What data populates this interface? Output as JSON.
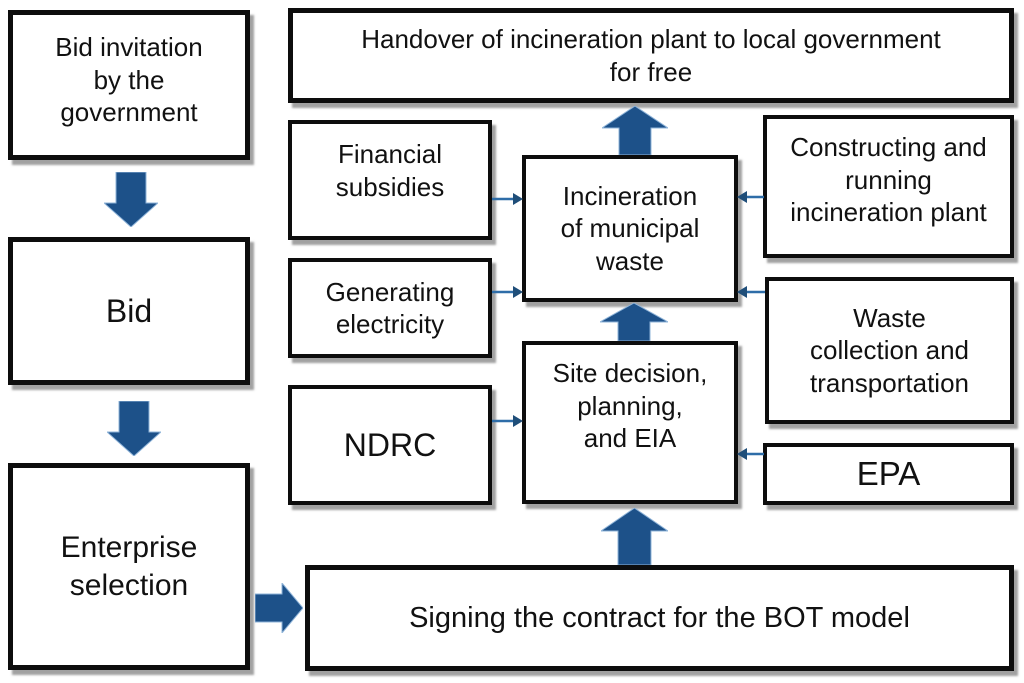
{
  "diagram": {
    "description": "Flowchart of BOT model process for municipal waste incineration plant",
    "background_color": "#ffffff",
    "box_border_color": "#0d0d0d",
    "block_arrow_color": "#1d5189",
    "thin_arrow_color": "#2e6da8",
    "thin_arrow_head_color": "#1f4e79"
  },
  "boxes": {
    "bid_invitation": {
      "label": "Bid invitation\nby the\ngovernment"
    },
    "bid": {
      "label": "Bid"
    },
    "enterprise_selection": {
      "label": "Enterprise\nselection"
    },
    "handover": {
      "label": "Handover of incineration plant to local government\nfor free"
    },
    "financial_subsidies": {
      "label": "Financial\nsubsidies"
    },
    "generating_electricity": {
      "label": "Generating\nelectricity"
    },
    "ndrc": {
      "label": "NDRC"
    },
    "incineration": {
      "label": "Incineration\nof municipal\nwaste"
    },
    "site_decision": {
      "label": "Site decision,\nplanning,\nand EIA"
    },
    "constructing": {
      "label": "Constructing and\nrunning\nincineration plant"
    },
    "waste_collection": {
      "label": "Waste\ncollection and\ntransportation"
    },
    "epa": {
      "label": "EPA"
    },
    "signing": {
      "label": "Signing the contract for the BOT model"
    }
  },
  "arrows": [
    {
      "name": "arrow-bid-invitation-to-bid",
      "from": "bid_invitation",
      "to": "bid",
      "style": "block-down"
    },
    {
      "name": "arrow-bid-to-enterprise-selection",
      "from": "bid",
      "to": "enterprise_selection",
      "style": "block-down"
    },
    {
      "name": "arrow-enterprise-selection-to-signing",
      "from": "enterprise_selection",
      "to": "signing",
      "style": "block-right"
    },
    {
      "name": "arrow-signing-to-site-decision",
      "from": "signing",
      "to": "site_decision",
      "style": "block-up"
    },
    {
      "name": "arrow-site-decision-to-incineration",
      "from": "site_decision",
      "to": "incineration",
      "style": "block-up"
    },
    {
      "name": "arrow-incineration-to-handover",
      "from": "incineration",
      "to": "handover",
      "style": "block-up"
    },
    {
      "name": "arrow-financial-subsidies-to-incineration",
      "from": "financial_subsidies",
      "to": "incineration",
      "style": "thin-right"
    },
    {
      "name": "arrow-generating-electricity-to-incineration",
      "from": "generating_electricity",
      "to": "incineration",
      "style": "thin-right"
    },
    {
      "name": "arrow-ndrc-to-site-decision",
      "from": "ndrc",
      "to": "site_decision",
      "style": "thin-right"
    },
    {
      "name": "arrow-constructing-to-incineration",
      "from": "constructing",
      "to": "incineration",
      "style": "thin-left"
    },
    {
      "name": "arrow-waste-collection-to-incineration",
      "from": "waste_collection",
      "to": "incineration",
      "style": "thin-left"
    },
    {
      "name": "arrow-epa-to-site-decision",
      "from": "epa",
      "to": "site_decision",
      "style": "thin-left"
    }
  ]
}
